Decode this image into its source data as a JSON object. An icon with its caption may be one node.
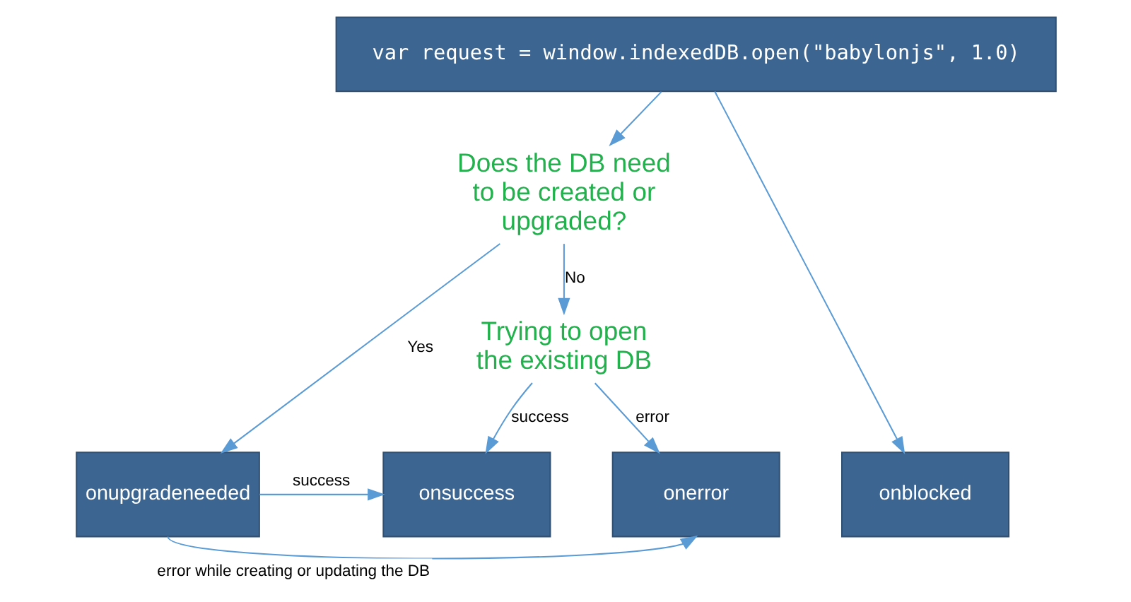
{
  "diagram": {
    "nodes": [
      {
        "text": [
          "var request = window.indexedDB.open(\"babylonjs\", 1.0)"
        ]
      },
      {
        "text": [
          "Does the DB need to be created or upgraded?"
        ]
      },
      {
        "text": [
          "Trying to open the existing DB"
        ]
      },
      {
        "text": [
          "onupgradeneeded"
        ]
      },
      {
        "text": [
          "onsuccess"
        ]
      },
      {
        "text": [
          "onerror"
        ]
      },
      {
        "text": [
          "onblocked"
        ]
      }
    ],
    "edges": [
      {
        "from": 0,
        "to": 1,
        "arrow": "to"
      },
      {
        "from": 1,
        "to": 2,
        "arrow": "to",
        "label": "No"
      },
      {
        "from": 1,
        "to": 3,
        "arrow": "to",
        "label": "Yes"
      },
      {
        "from": 2,
        "to": 4,
        "arrow": "to",
        "label": "success"
      },
      {
        "from": 2,
        "to": 5,
        "arrow": "to",
        "label": "error"
      },
      {
        "from": 3,
        "to": 4,
        "arrow": "to",
        "label": "success"
      },
      {
        "from": 3,
        "to": 5,
        "arrow": "to",
        "label": "error while creating or updating the DB"
      },
      {
        "from": 0,
        "to": 6,
        "arrow": "to"
      }
    ]
  }
}
